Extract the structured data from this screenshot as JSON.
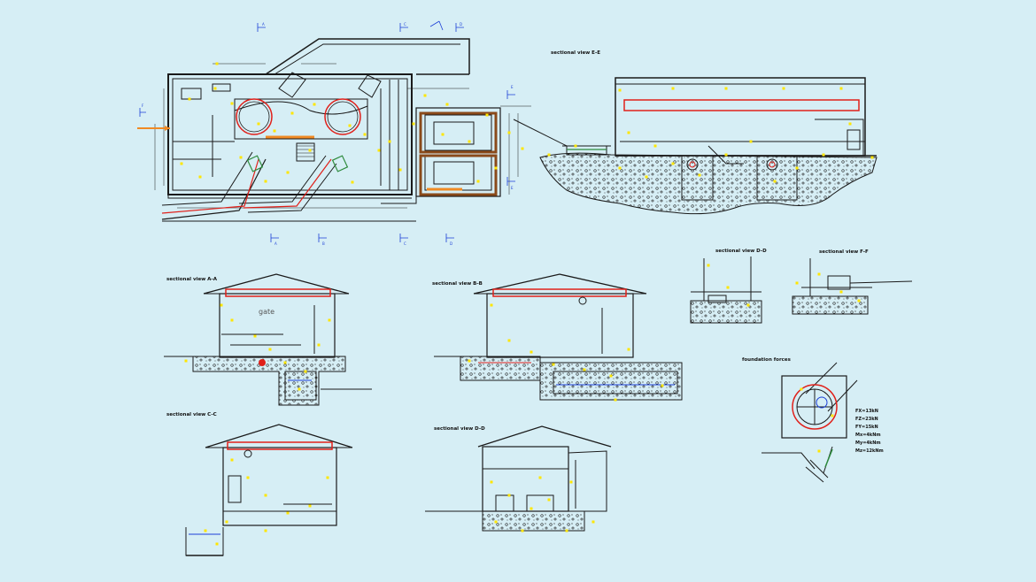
{
  "drawing": {
    "section_labels": {
      "ee": "sectional view E-E",
      "aa": "sectional view A-A",
      "bb": "sectional view B-B",
      "cc": "sectional view C-C",
      "dd": "sectional view D-D",
      "ddsmall": "sectional view D-D",
      "ff": "sectional view F-F"
    },
    "gate_label": "gate",
    "foundation_title": "foundation forces",
    "forces": [
      "FX=13kN",
      "FZ=23kN",
      "FY=15kN",
      "Mx=4kNm",
      "My=4kNm",
      "Mz=12kNm"
    ],
    "cut_markers": [
      "A",
      "B",
      "C",
      "D",
      "E",
      "F"
    ],
    "colors": {
      "background": "#d6eef5",
      "line": "#1a1a1a",
      "red": "#e0201a",
      "orange": "#f08a24",
      "yellow": "#ffe600",
      "blue": "#1c3fd6",
      "green": "#2e8b3d",
      "brown": "#8a4a1a"
    }
  }
}
